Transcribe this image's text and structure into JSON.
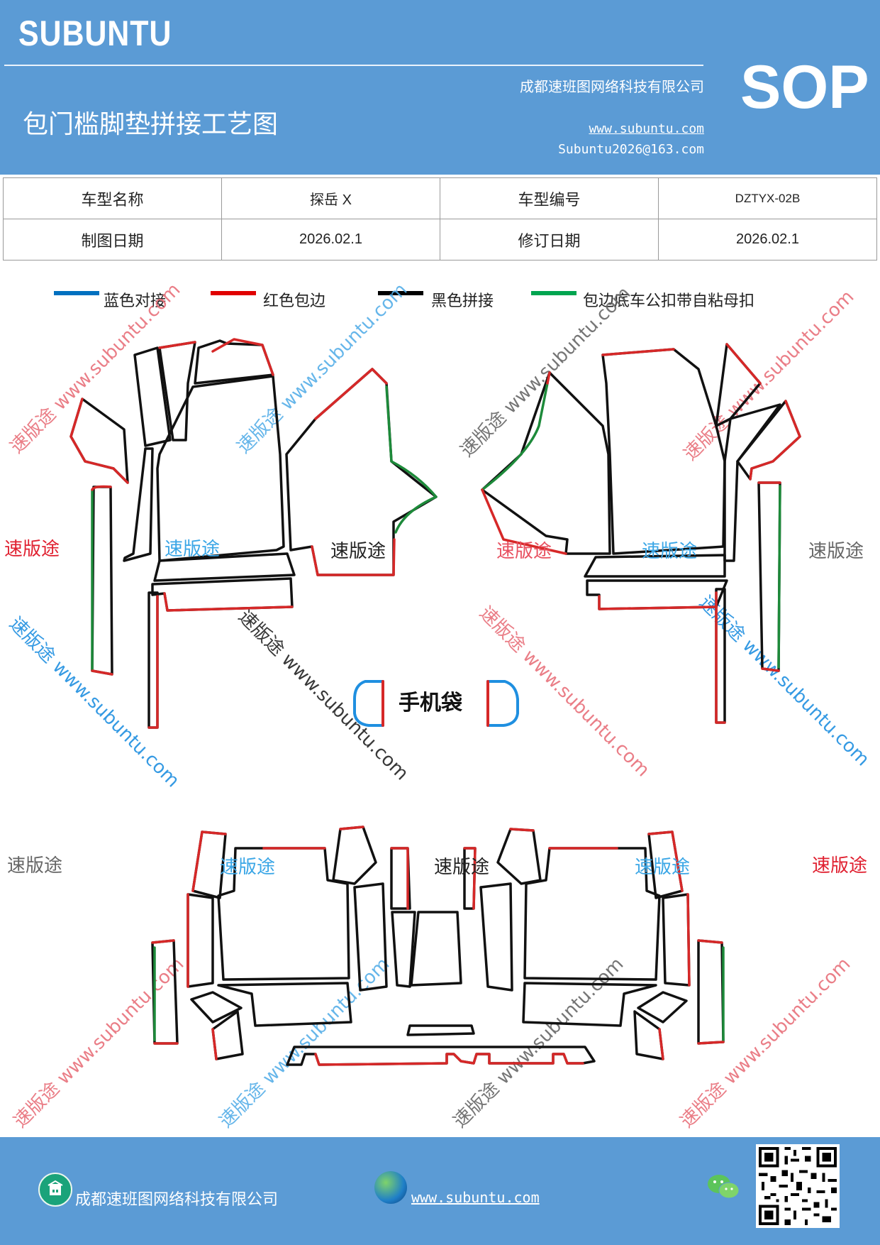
{
  "header": {
    "brand": "SUBUNTU",
    "title": "包门槛脚垫拼接工艺图",
    "company": "成都速班图网络科技有限公司",
    "website": "www.subuntu.com",
    "email": "Subuntu2026@163.com",
    "badge": "SOP"
  },
  "info": {
    "model_name_label": "车型名称",
    "model_name_value": "探岳 X",
    "model_code_label": "车型编号",
    "model_code_value": "DZTYX-02B",
    "draw_date_label": "制图日期",
    "draw_date_value": "2026.02.1",
    "revise_date_label": "修订日期",
    "revise_date_value": "2026.02.1"
  },
  "legend": [
    {
      "label": "蓝色对接",
      "color": "#0070c0"
    },
    {
      "label": "红色包边",
      "color": "#e00000"
    },
    {
      "label": "黑色拼接",
      "color": "#000000"
    },
    {
      "label": "包边底车公扣带自粘母扣",
      "color": "#00a550"
    }
  ],
  "colors": {
    "header_bg": "#5b9bd5",
    "red_edge": "#d62828",
    "green_edge": "#1d8a3a",
    "blue_edge": "#1f8fe0",
    "outline": "#111111"
  },
  "drawing": {
    "phone_bag_label": "手机袋",
    "labels": {
      "a": "速版途",
      "b": "速版途",
      "c": "速版途",
      "d": "速版途",
      "e": "速版途",
      "f": "速版途",
      "g": "速版途",
      "h": "速版途",
      "i": "速版途",
      "j": "速版途",
      "k": "速版途"
    },
    "watermarks": {
      "w1": "速版途 www.subuntu.com",
      "w2": "速版途 www.subuntu.com",
      "w3": "速版途 www.subuntu.com",
      "w4": "速版途 www.subuntu.com",
      "w5": "速版途 www.subuntu.com",
      "w6": "速版途 www.subuntu.com",
      "w7": "速版途 www.subuntu.com",
      "w8": "速版途 www.subuntu.com",
      "w9": "速版途 www.subuntu.com",
      "w10": "速版途 www.subuntu.com",
      "w11": "速版途 www.subuntu.com",
      "w12": "速版途 www.subuntu.com"
    }
  },
  "footer": {
    "company": "成都速班图网络科技有限公司",
    "website": "www.subuntu.com",
    "icons": [
      "building-icon",
      "globe-icon",
      "wechat-icon",
      "qr-code"
    ]
  }
}
